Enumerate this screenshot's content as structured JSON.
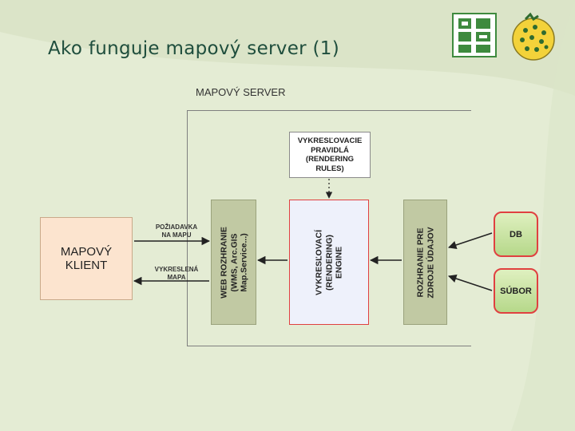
{
  "title": "Ako funguje mapový server (1)",
  "diagram": {
    "server_label": "MAPOVÝ SERVER",
    "client_label": "MAPOVÝ\nKLIENT",
    "rules_label": "VYKRESĽOVACIE\nPRAVIDLÁ\n(RENDERING\nRULES)",
    "web_label": "WEB ROZHRANIE\n(WMS, Arc.GIS\nMap.Service...)",
    "engine_label": "VYKRESĽOVACÍ\n(RENDERING)\nENGINE",
    "sources_label": "ROZHRANIE PRE\nZDROJE ÚDAJOV",
    "db_label": "DB",
    "file_label": "SÚBOR",
    "request_label": "POŽIADAVKA\nNA MAPU",
    "response_label": "VYKRESLENÁ\nMAPA"
  },
  "colors": {
    "background": "#e4ecd4",
    "title": "#1f4e3d",
    "client_fill": "#fce4cf",
    "interface_fill": "#c1c9a3",
    "engine_border": "#e04040"
  }
}
